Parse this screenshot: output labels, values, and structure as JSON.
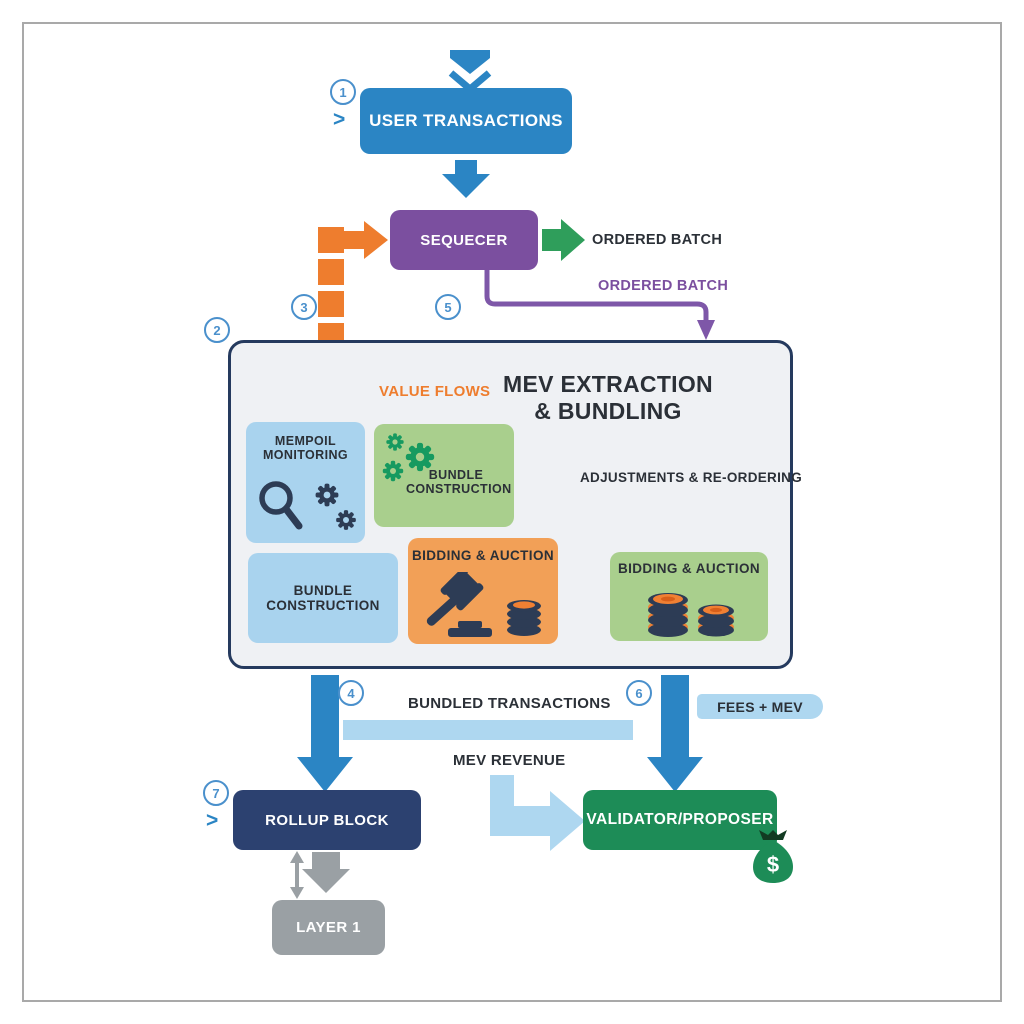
{
  "colors": {
    "blue": "#2b85c4",
    "light-blue": "#a9d3ee",
    "band-blue": "#aed7f0",
    "purple": "#7b4f9f",
    "purple-line": "#7e57a8",
    "green": "#2f9e5b",
    "deep-green": "#1d8c57",
    "light-green": "#a9cf8d",
    "gear-green": "#169a60",
    "orange": "#ee7d2e",
    "light-orange": "#f2a057",
    "navy": "#2c4170",
    "icon-navy": "#2d3c55",
    "box-border": "#253a5e",
    "box-bg": "#eff1f4",
    "gray": "#9aa0a4",
    "gray-line": "#a7abaf",
    "text-dark": "#2b3037",
    "step-blue": "#4a90cc",
    "frame": "#a9a9a9",
    "bag-green": "#1d8c57",
    "bag-dark": "#123a22",
    "coin-orange": "#f08033",
    "coin-orange-dark": "#d85f1a"
  },
  "steps": [
    "1",
    "2",
    "3",
    "4",
    "5",
    "6",
    "7"
  ],
  "chevrons": {
    "left_top": ">",
    "left_bottom": ">"
  },
  "nodes": {
    "user_transactions": "USER TRANSACTIONS",
    "sequencer": "SEQUECER",
    "mempool_monitoring": "MEMPOIL\nMONITORING",
    "bundle_construction_1": "BUNDLE\nCONSTRUCTION",
    "bundle_construction_2": "BUNDLE\nCONSTRUCTION",
    "bidding_auction_1": "BIDDING & AUCTION",
    "bidding_auction_2": "BIDDING & AUCTION",
    "rollup_block": "ROLLUP BLOCK",
    "validator_proposer": "VALIDATOR/PROPOSER",
    "layer_1": "LAYER 1"
  },
  "labels": {
    "container_title": "MEV EXTRACTION\n& BUNDLING",
    "ordered_batch_out": "ORDERED BATCH",
    "ordered_batch_return": "ORDERED BATCH",
    "value_flows": "VALUE FLOWS",
    "adjustments": "ADJUSTMENTS & RE-ORDERING",
    "bundled_transactions": "BUNDLED TRANSACTIONS",
    "fees_mev": "FEES + MEV",
    "mev_revenue": "MEV REVENUE",
    "money_bag_symbol": "$"
  }
}
